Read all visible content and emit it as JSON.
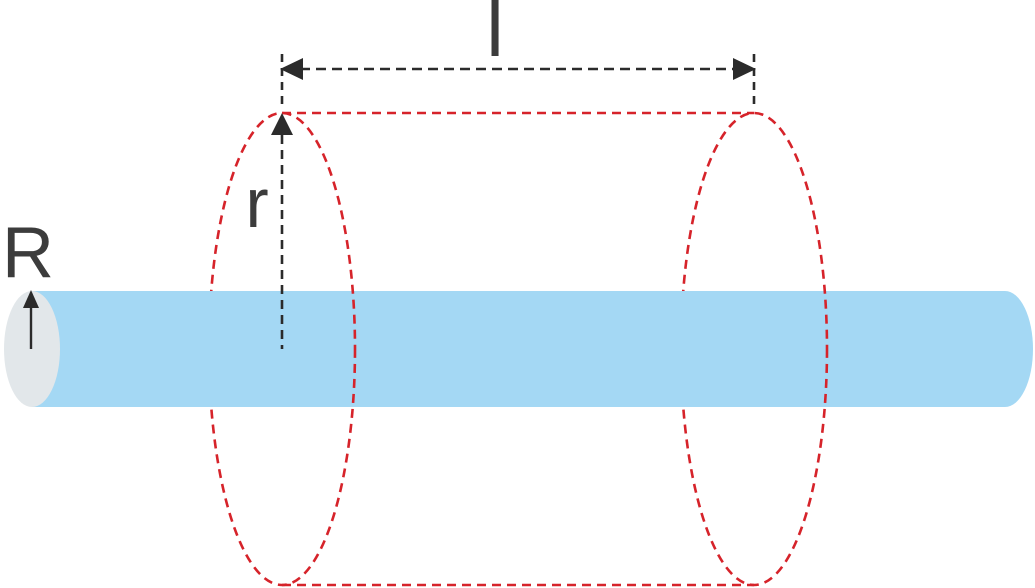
{
  "labels": {
    "length": "l",
    "gaussian_radius": "r",
    "rod_radius": "R"
  },
  "colors": {
    "rod_fill": "#a4d8f4",
    "rod_end_cap": "#e2e7ea",
    "gaussian_surface": "#d6232a",
    "dimension_lines": "#2b2b2b",
    "label_text": "#3c3c3c",
    "background": "#ffffff"
  }
}
